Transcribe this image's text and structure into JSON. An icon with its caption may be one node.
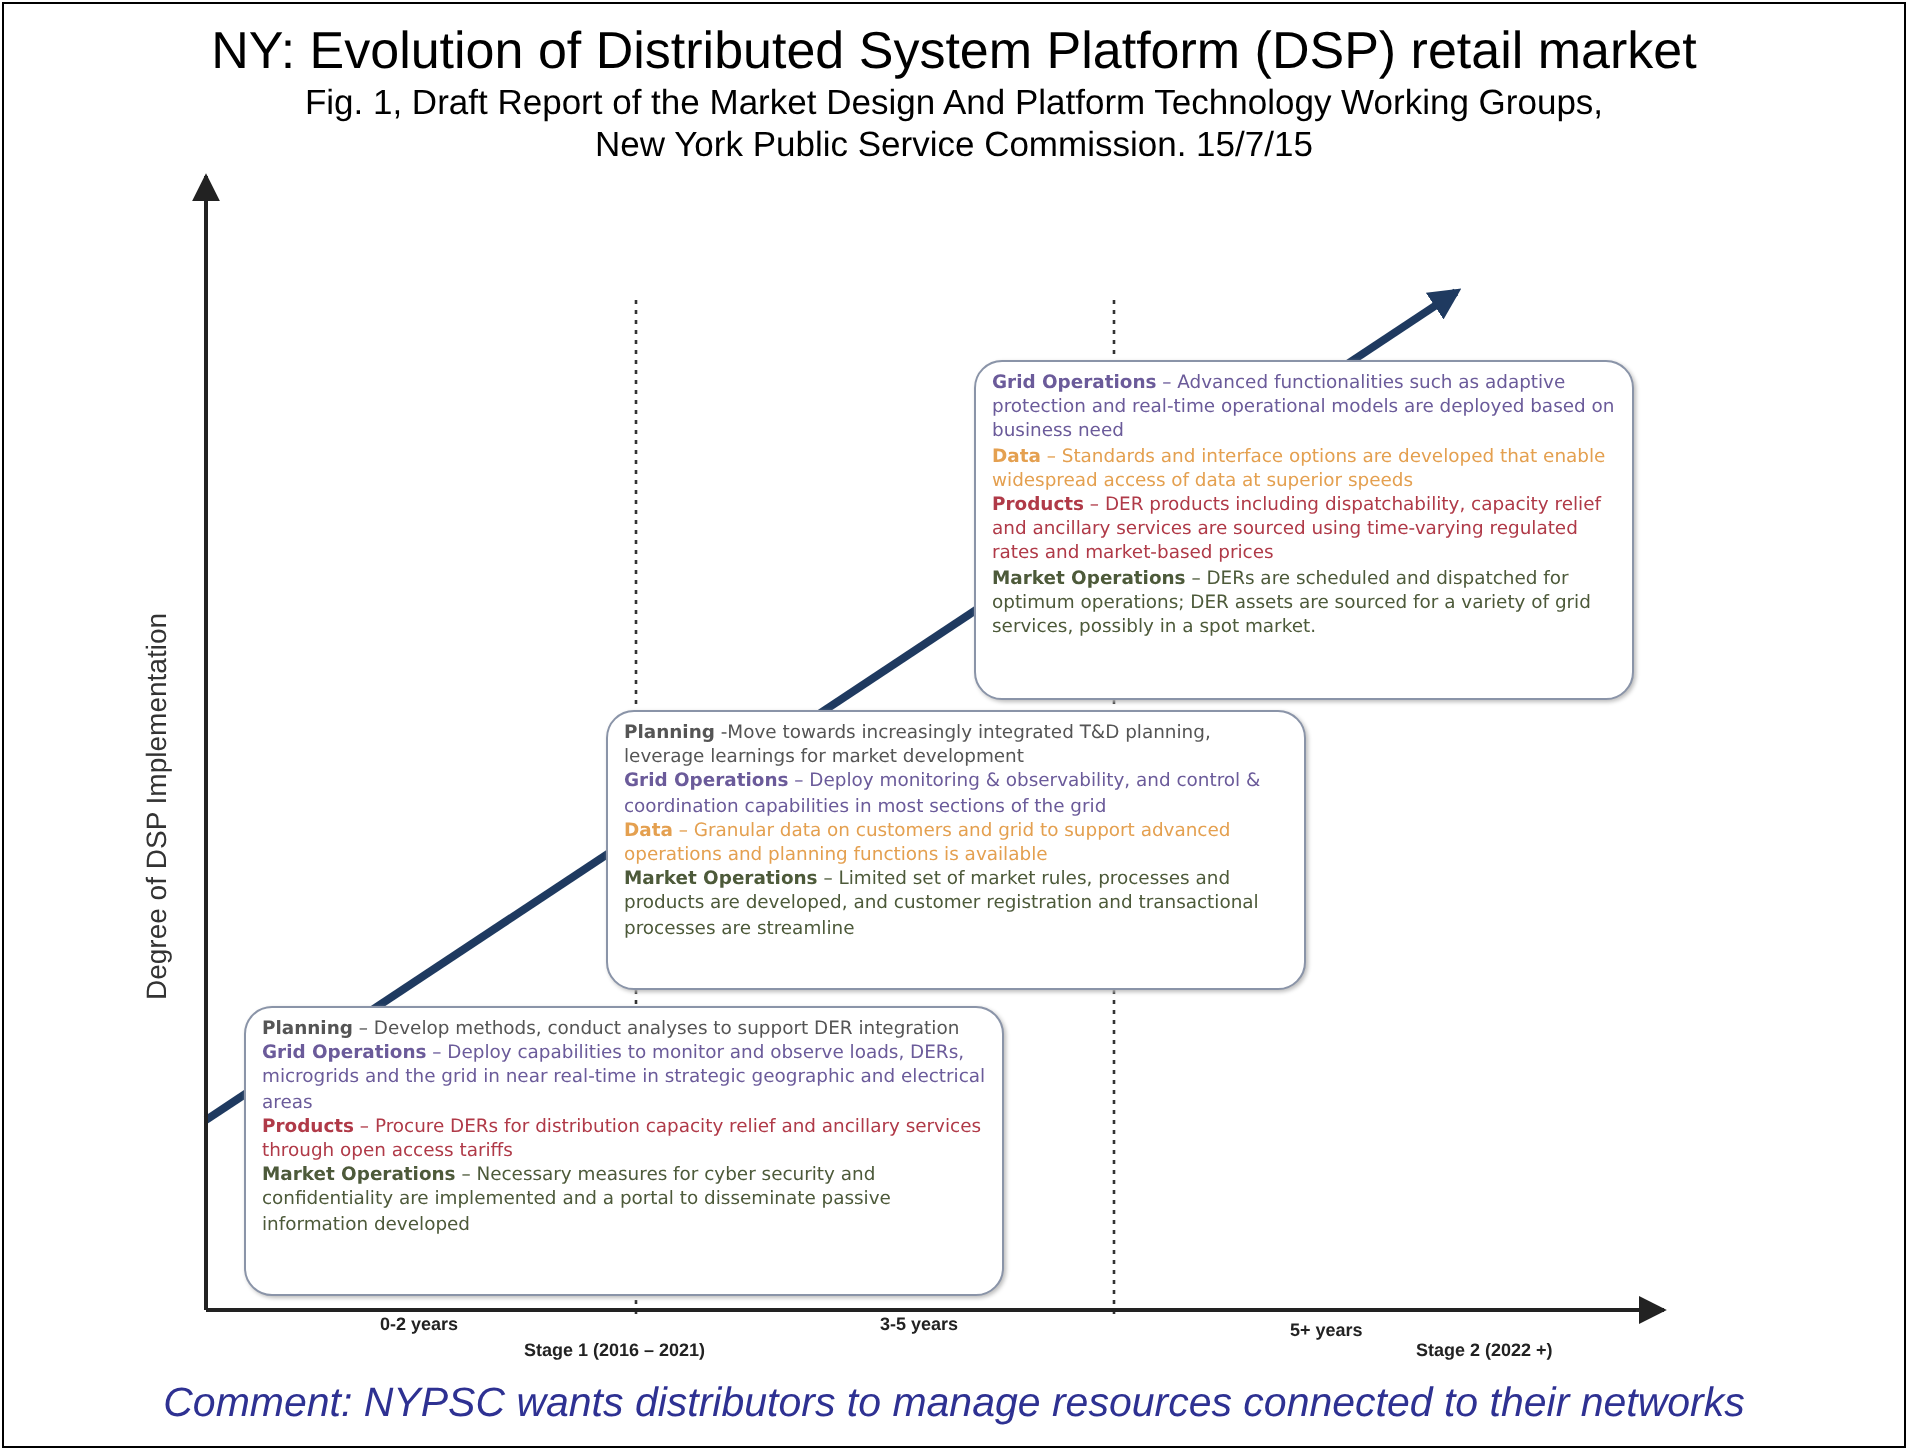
{
  "diagram": {
    "title": "NY: Evolution of Distributed System Platform (DSP) retail market",
    "caption": "Comment: NYPSC wants distributors to manage resources connected to their networks",
    "nodes": [
      {
        "text": [
          "**Grid Operations** – Advanced functionalities such as adaptive protection and real-time operational models are deployed based on business need",
          "**Data** – Standards and interface options are developed that enable widespread access of data at superior speeds",
          "**Products** – DER products including dispatchability, capacity relief and ancillary services are sourced using time-varying regulated rates and market-based prices",
          "**Market Operations** – DERs are scheduled and dispatched for optimum operations; DER assets are sourced for a variety of grid services, possibly in a spot market."
        ]
      },
      {
        "text": [
          "**Planning** -Move towards increasingly integrated T&D planning, leverage learnings for market development",
          "**Grid Operations** – Deploy monitoring & observability, and control & coordination capabilities in most sections of the grid",
          "**Data** – Granular data on customers and grid to support advanced operations and planning functions is available",
          "**Market Operations** – Limited set of market rules, processes and products are developed, and customer registration and transactional processes are streamline"
        ]
      },
      {
        "text": [
          "**Planning** – Develop methods, conduct analyses to support DER integration",
          "**Grid Operations** – Deploy capabilities to monitor and observe loads, DERs, microgrids and the grid in near real-time in strategic geographic and electrical areas",
          "**Products** – Procure DERs for distribution capacity relief and ancillary services through open access tariffs",
          "**Market Operations** – Necessary measures for cyber security and confidentiality are implemented and a portal to disseminate passive information developed"
        ]
      }
    ],
    "labels": [
      "Fig. 1, Draft Report of the Market Design And Platform Technology Working Groups, New York Public Service Commission. 15/7/15",
      "Degree of DSP Implementation",
      "0-2 years",
      "Stage 1 (2016 – 2021)",
      "3-5 years",
      "5+ years",
      "Stage 2 (2022 +)"
    ]
  }
}
